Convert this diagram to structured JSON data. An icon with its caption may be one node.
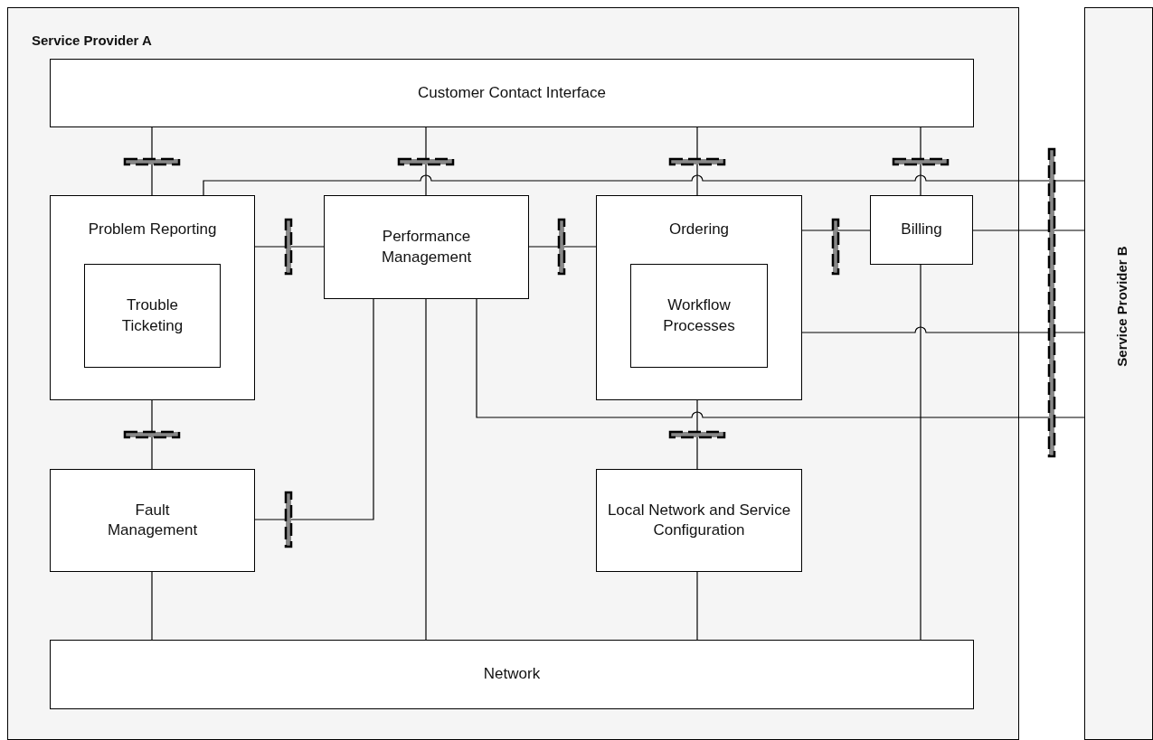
{
  "diagram": {
    "nodes": [
      {
        "text": [
          "Service Provider A"
        ]
      },
      {
        "text": [
          "Customer Contact Interface"
        ],
        "in": 0
      },
      {
        "text": [
          "Problem Reporting"
        ],
        "in": 0
      },
      {
        "text": [
          "Trouble Ticketing"
        ],
        "in": 2
      },
      {
        "text": [
          "Performance Management"
        ],
        "in": 0
      },
      {
        "text": [
          "Ordering"
        ],
        "in": 0
      },
      {
        "text": [
          "Workflow Processes"
        ],
        "in": 5
      },
      {
        "text": [
          "Billing"
        ],
        "in": 0
      },
      {
        "text": [
          "Fault Management"
        ],
        "in": 0
      },
      {
        "text": [
          "Local Network and Service Configuration"
        ],
        "in": 0
      },
      {
        "text": [
          "Network"
        ],
        "in": 0
      },
      {
        "text": [
          "Service Provider B"
        ]
      }
    ],
    "edges": [
      {
        "from": 1,
        "to": 2,
        "arrow": "none"
      },
      {
        "from": 1,
        "to": 4,
        "arrow": "none"
      },
      {
        "from": 1,
        "to": 5,
        "arrow": "none"
      },
      {
        "from": 1,
        "to": 7,
        "arrow": "none"
      },
      {
        "from": 2,
        "to": 4,
        "arrow": "none"
      },
      {
        "from": 4,
        "to": 5,
        "arrow": "none"
      },
      {
        "from": 5,
        "to": 7,
        "arrow": "none"
      },
      {
        "from": 2,
        "to": 8,
        "arrow": "none"
      },
      {
        "from": 8,
        "to": 4,
        "arrow": "none"
      },
      {
        "from": 5,
        "to": 9,
        "arrow": "none"
      },
      {
        "from": 8,
        "to": 10,
        "arrow": "none"
      },
      {
        "from": 4,
        "to": 10,
        "arrow": "none"
      },
      {
        "from": 9,
        "to": 10,
        "arrow": "none"
      },
      {
        "from": 7,
        "to": 10,
        "arrow": "none"
      },
      {
        "from": 2,
        "to": 11,
        "arrow": "none"
      },
      {
        "from": 7,
        "to": 11,
        "arrow": "none"
      },
      {
        "from": 5,
        "to": 11,
        "arrow": "none"
      },
      {
        "from": 4,
        "to": 11,
        "arrow": "none"
      }
    ]
  }
}
